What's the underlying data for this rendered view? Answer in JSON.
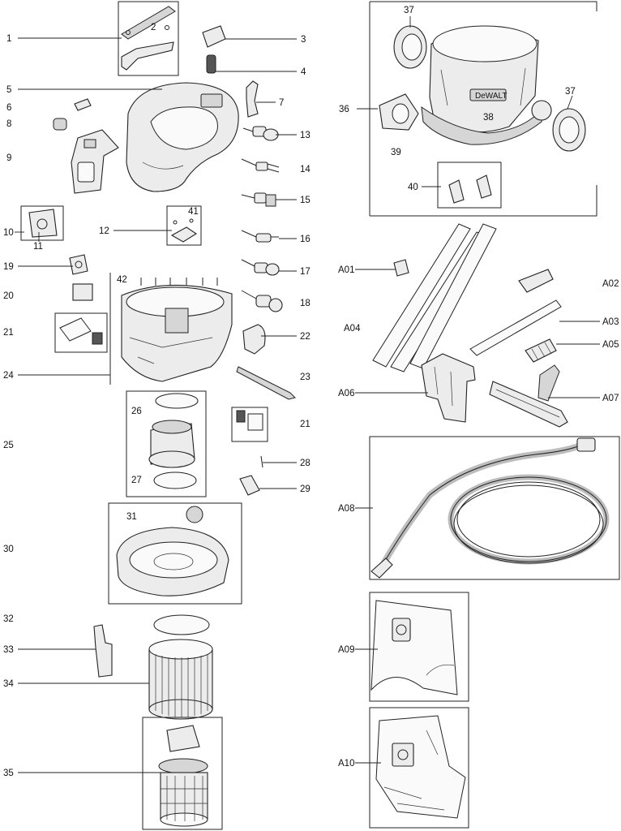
{
  "diagram": {
    "title": "Vacuum cleaner exploded parts diagram",
    "labels": {
      "p1": "1",
      "p2": "2",
      "p3": "3",
      "p4": "4",
      "p5": "5",
      "p6": "6",
      "p7": "7",
      "p8": "8",
      "p9": "9",
      "p10": "10",
      "p11": "11",
      "p12": "12",
      "p13": "13",
      "p14": "14",
      "p15": "15",
      "p16": "16",
      "p17": "17",
      "p18": "18",
      "p19": "19",
      "p20": "20",
      "p21a": "21",
      "p21b": "21",
      "p22": "22",
      "p23": "23",
      "p24": "24",
      "p25": "25",
      "p26": "26",
      "p27": "27",
      "p28": "28",
      "p29": "29",
      "p30": "30",
      "p31": "31",
      "p32": "32",
      "p33": "33",
      "p34": "34",
      "p35": "35",
      "p36": "36",
      "p37a": "37",
      "p37b": "37",
      "p38": "38",
      "p39": "39",
      "p40": "40",
      "p41": "41",
      "p42": "42",
      "a01": "A01",
      "a02": "A02",
      "a03": "A03",
      "a04": "A04",
      "a05": "A05",
      "a06": "A06",
      "a07": "A07",
      "a08": "A08",
      "a09": "A09",
      "a10": "A10"
    },
    "brand_plate": "DeWALT"
  }
}
